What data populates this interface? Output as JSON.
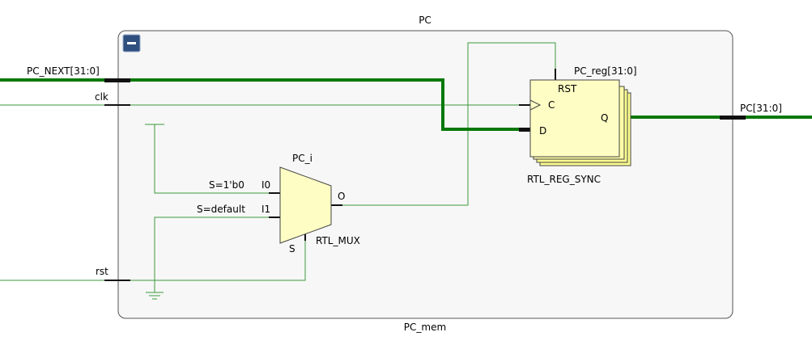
{
  "module": {
    "title": "PC",
    "instance_name": "PC_mem",
    "collapse_icon": "minus-icon"
  },
  "ports": {
    "pc_next": "PC_NEXT[31:0]",
    "clk": "clk",
    "rst": "rst",
    "pc_out": "PC[31:0]"
  },
  "mux": {
    "name": "PC_i",
    "type": "RTL_MUX",
    "input0": "I0",
    "input1": "I1",
    "output": "O",
    "select": "S",
    "cond0": "S=1'b0",
    "cond1": "S=default"
  },
  "register": {
    "name": "PC_reg[31:0]",
    "type": "RTL_REG_SYNC",
    "rst_pin": "RST",
    "clk_pin": "C",
    "d_pin": "D",
    "q_pin": "Q"
  },
  "colors": {
    "wire": "#3c9a3c",
    "bus": "#087808",
    "module_fill": "#f7f7f7",
    "module_border": "#555555",
    "cell_fill": "#fdfdc4",
    "icon_bg": "#2f4f7f"
  }
}
